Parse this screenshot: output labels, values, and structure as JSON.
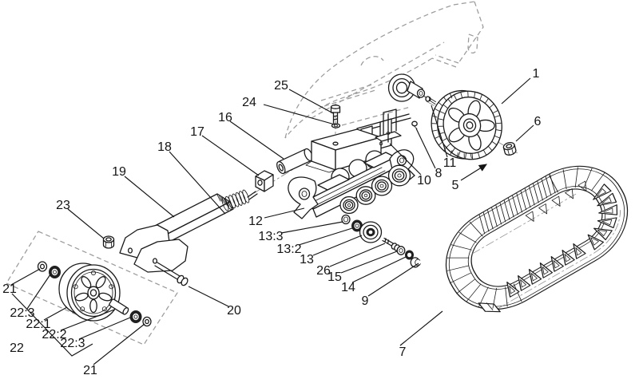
{
  "figure": {
    "kind": "exploded-parts-diagram",
    "background_color": "#ffffff",
    "line_color": "#1a1a1a",
    "phantom_line_color": "#9b9b9b"
  },
  "callouts": {
    "c1": "1",
    "c5": "5",
    "c6": "6",
    "c7": "7",
    "c8": "8",
    "c9": "9",
    "c10": "10",
    "c11": "11",
    "c12": "12",
    "c13": "13",
    "c13_2": "13:2",
    "c13_3": "13:3",
    "c14": "14",
    "c15": "15",
    "c16": "16",
    "c17": "17",
    "c18": "18",
    "c19": "19",
    "c20": "20",
    "c21": "21",
    "c22": "22",
    "c22_1": "22:1",
    "c22_2": "22:2",
    "c22_3": "22:3",
    "c23": "23",
    "c24": "24",
    "c25": "25",
    "c26": "26"
  }
}
